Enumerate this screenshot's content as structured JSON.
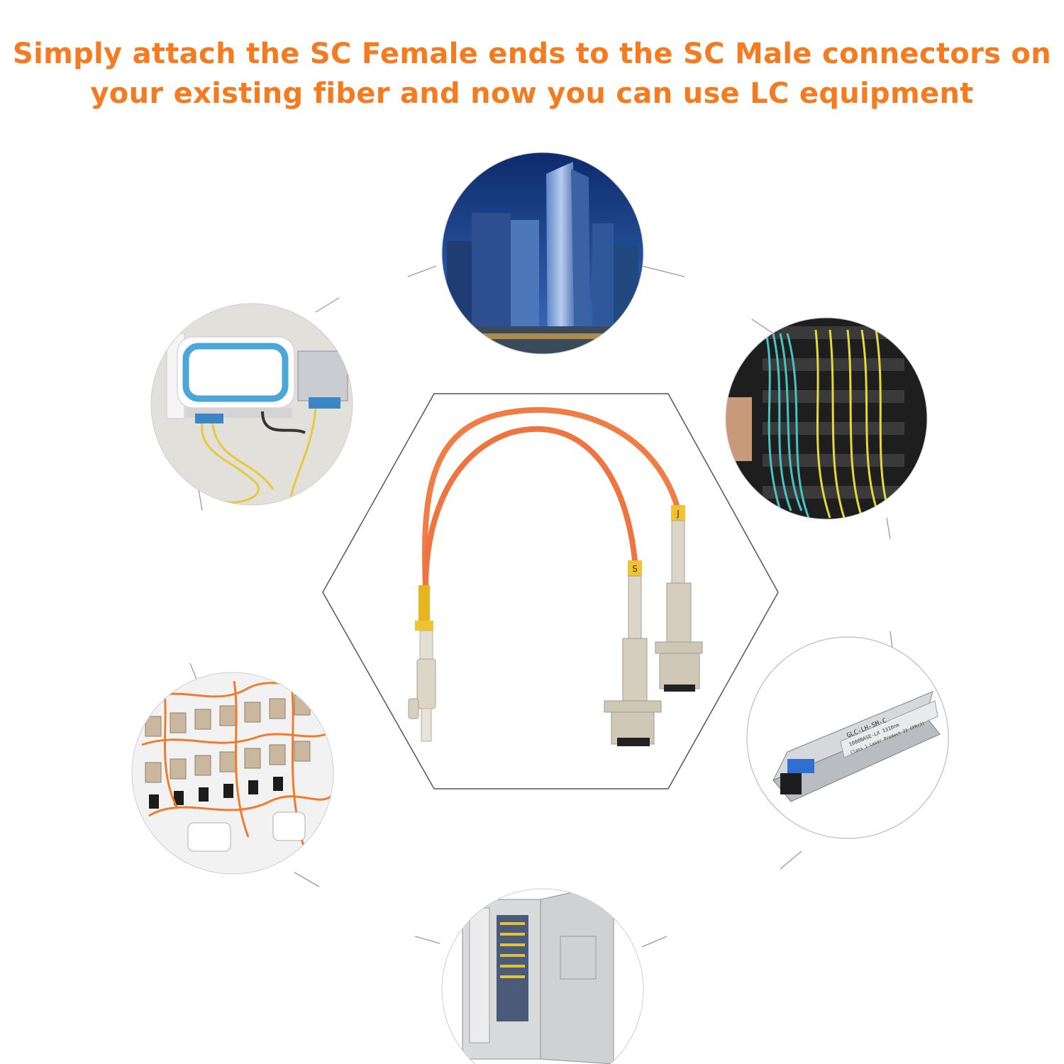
{
  "headline": {
    "line1": "Simply attach the SC Female ends to the SC Male connectors on",
    "line2": "your existing fiber and now you can use LC equipment",
    "color": "#f47b20"
  },
  "center_product": {
    "cable_color": "#f07c46",
    "connector_tag_left": "S",
    "connector_tag_right": "J"
  },
  "application_photos": [
    {
      "name": "office-buildings",
      "description_icon": "skyscraper-photo"
    },
    {
      "name": "fiber-patch-panel",
      "description_icon": "patch-panel-photo"
    },
    {
      "name": "sfp-module",
      "description_icon": "sfp-transceiver-photo",
      "label_lines": [
        "GLC-LH-SM-C",
        "1000BASE-LX 1310nm",
        "Class 1 Laser Product 21 CFR(J)"
      ]
    },
    {
      "name": "distribution-box",
      "description_icon": "fiber-distribution-box-photo"
    },
    {
      "name": "sc-adapter-panel",
      "description_icon": "sc-adapter-photo"
    },
    {
      "name": "router-converter",
      "description_icon": "router-media-converter-photo"
    }
  ]
}
